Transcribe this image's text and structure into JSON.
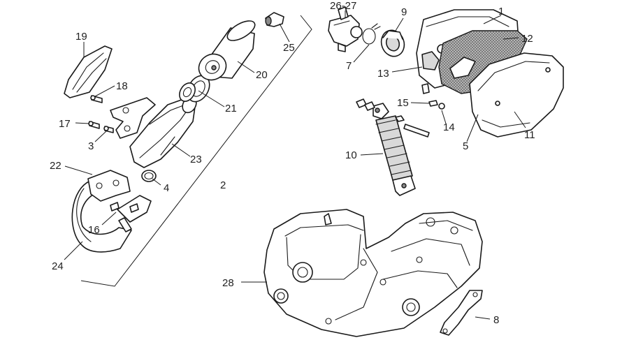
{
  "callouts": {
    "n1": "1",
    "n2": "2",
    "n3": "3",
    "n4": "4",
    "n5": "5",
    "n7": "7",
    "n8": "8",
    "n9": "9",
    "n10": "10",
    "n11": "11",
    "n12": "12",
    "n13": "13",
    "n14": "14",
    "n15": "15",
    "n16": "16",
    "n17": "17",
    "n18": "18",
    "n19": "19",
    "n20": "20",
    "n21": "21",
    "n22": "22",
    "n23": "23",
    "n24": "24",
    "n25": "25",
    "n26_27": "26-27",
    "n28": "28"
  },
  "colors": {
    "line": "#1a1a1a",
    "shade": "#d9d9d9",
    "background": "#ffffff"
  }
}
